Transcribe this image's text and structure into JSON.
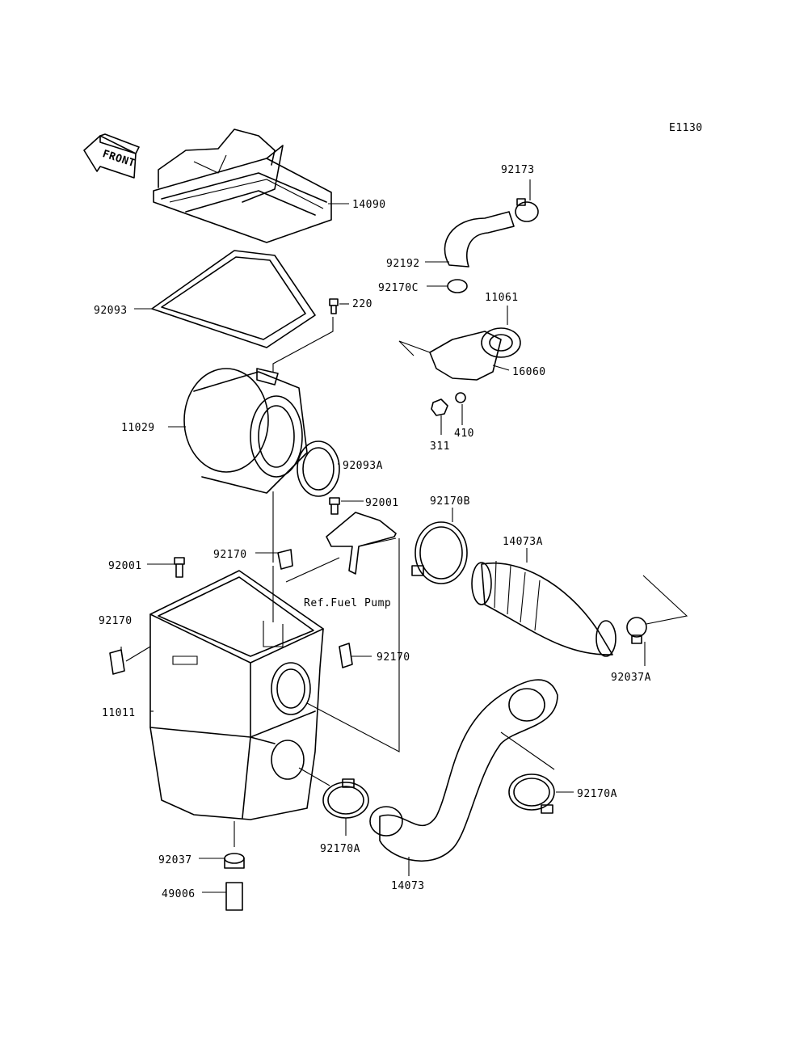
{
  "diagram_code": "E1130",
  "front_label": "FRONT",
  "ref_label": "Ref.Fuel Pump",
  "parts": {
    "p14090": "14090",
    "p92093": "92093",
    "p220": "220",
    "p11029": "11029",
    "p92093A": "92093A",
    "p92001_upper": "92001",
    "p92001_left": "92001",
    "p92170_top": "92170",
    "p92170_left": "92170",
    "p92170_right": "92170",
    "p11011": "11011",
    "p92037": "92037",
    "p49006": "49006",
    "p92170A_lower": "92170A",
    "p14073": "14073",
    "p92170A_right": "92170A",
    "p92170B": "92170B",
    "p14073A": "14073A",
    "p92037A": "92037A",
    "p92173": "92173",
    "p92192": "92192",
    "p92170C": "92170C",
    "p11061": "11061",
    "p16060": "16060",
    "p410": "410",
    "p311": "311"
  }
}
